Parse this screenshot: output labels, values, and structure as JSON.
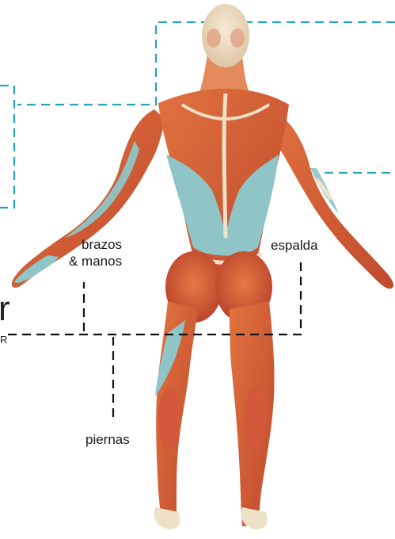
{
  "labels": {
    "arms_line1": "brazos",
    "arms_line2": "& manos",
    "back": "espalda",
    "legs": "piernas",
    "edge_big": "r",
    "edge_small": "R"
  },
  "colors": {
    "muscle": "#d9603a",
    "muscle_dark": "#b8432a",
    "highlight": "#8fc5c6",
    "tendon": "#efe0c8",
    "skin": "#f1e4cc",
    "guide_cyan": "#2aa3b8",
    "guide_black": "#111111"
  },
  "icons": {
    "figure": "human-muscular-back-view"
  }
}
